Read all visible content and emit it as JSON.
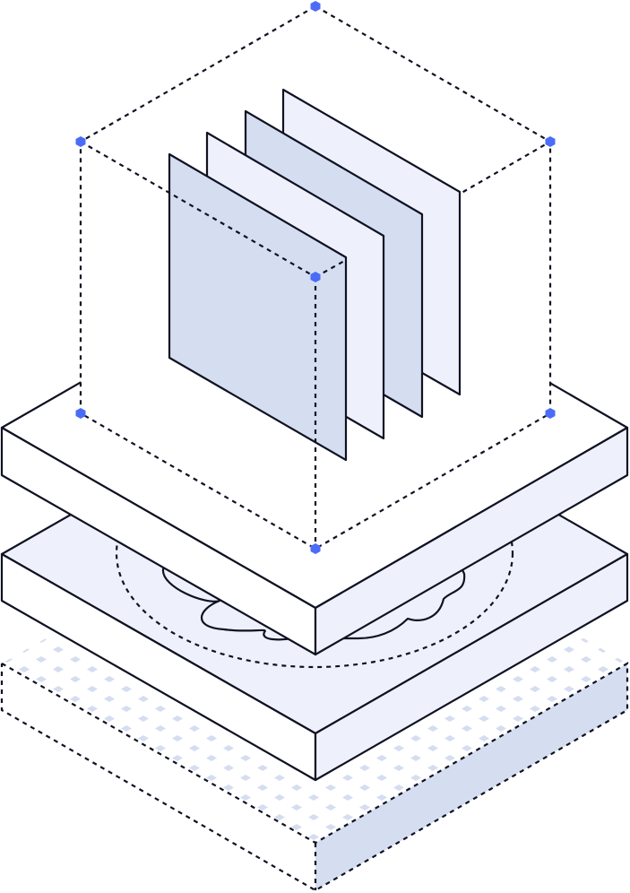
{
  "illustration": {
    "subject": "isometric-layer-stack",
    "colors": {
      "stroke": "#0f1222",
      "light_fill": "#eef1fc",
      "mid_fill": "#d5ddf1",
      "accent_vertex": "#4a6cf7",
      "background": "#ffffff"
    },
    "panel_count": 4,
    "layers": [
      "dashed-cube-with-panels",
      "top-slab",
      "middle-slab-with-gear",
      "dashed-dotted-base"
    ]
  }
}
